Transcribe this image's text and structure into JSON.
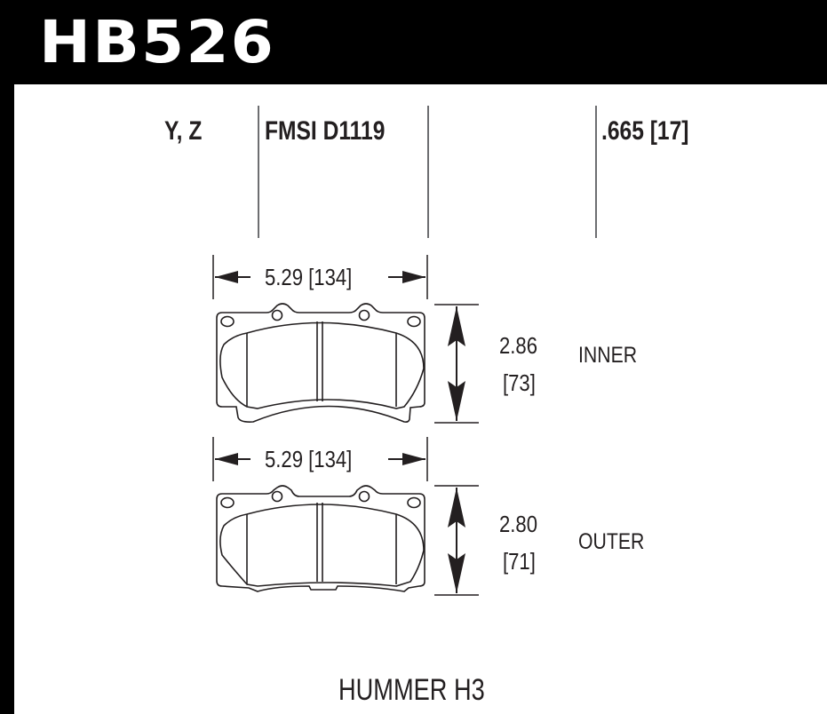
{
  "header": {
    "part_number": "HB526",
    "background_color": "#000000",
    "text_color": "#ffffff"
  },
  "info_row": {
    "position_code": "Y, Z",
    "fmsi": "FMSI D1119",
    "thickness": ".665 [17]"
  },
  "pads": [
    {
      "side": "INNER",
      "width": "5.29 [134]",
      "height_in": "2.86",
      "height_mm": "[73]"
    },
    {
      "side": "OUTER",
      "width": "5.29 [134]",
      "height_in": "2.80",
      "height_mm": "[71]"
    }
  ],
  "vehicle": "HUMMER H3",
  "colors": {
    "line": "#231f20",
    "divider": "#6d6e71"
  }
}
